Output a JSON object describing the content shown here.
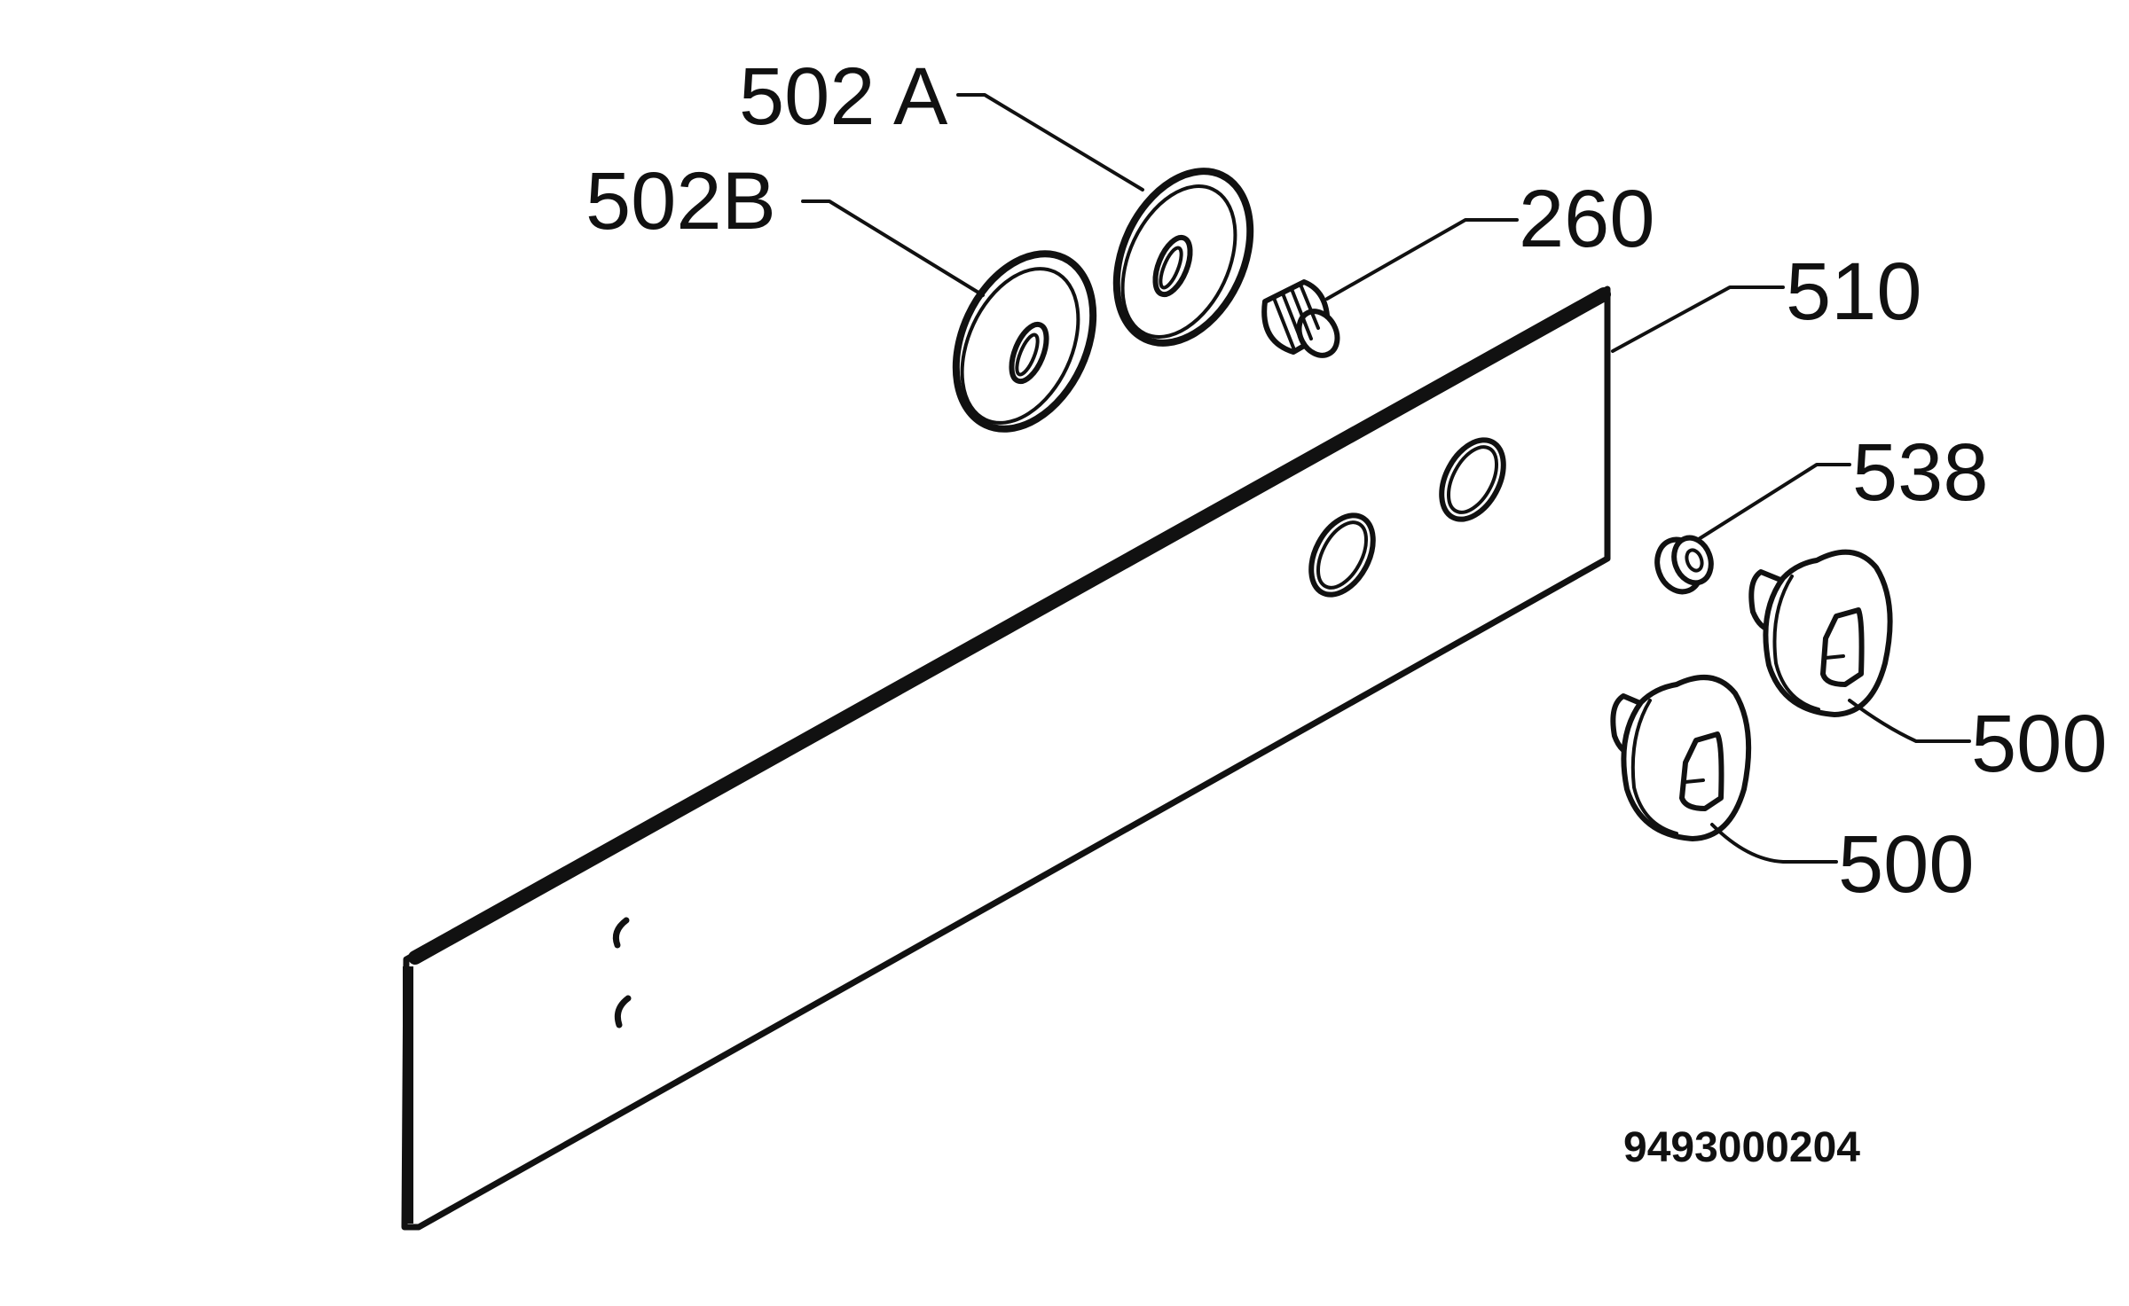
{
  "callouts": {
    "label_502a": "502 A",
    "label_502b": "502B",
    "label_260": "260",
    "label_510": "510",
    "label_538": "538",
    "label_500_upper": "500",
    "label_500_lower": "500"
  },
  "document_number": "9493000204",
  "colors": {
    "line": "#111111",
    "background": "#ffffff"
  }
}
